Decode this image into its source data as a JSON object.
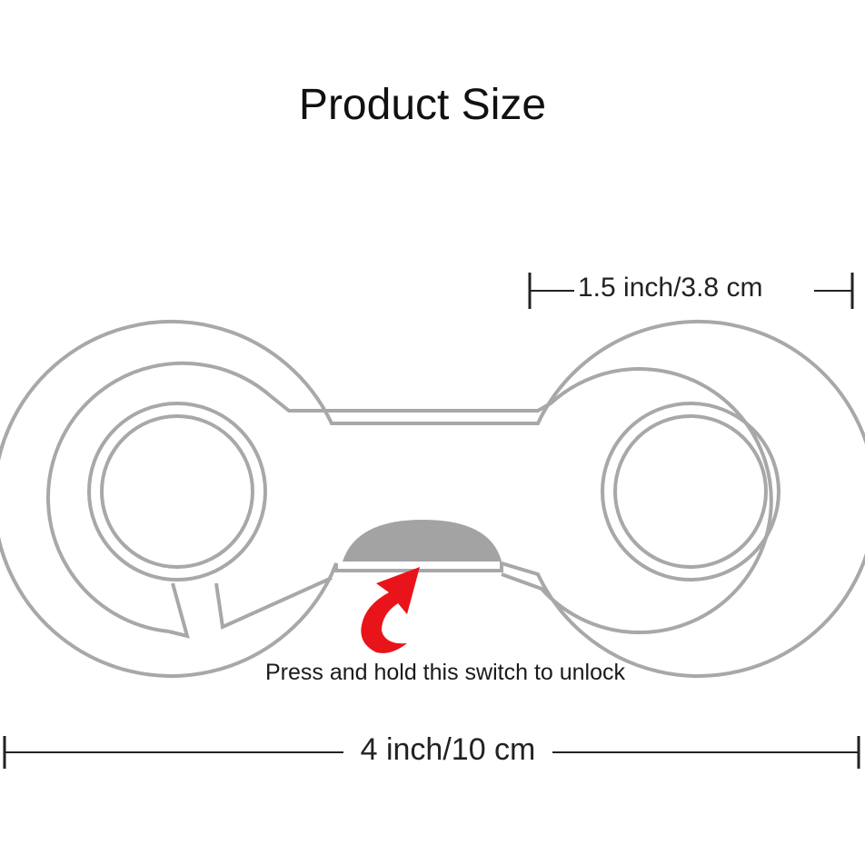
{
  "title": "Product Size",
  "dimensions": {
    "width_label": "1.5 inch/3.8 cm",
    "length_label": "4 inch/10 cm"
  },
  "caption": "Press and hold this switch to unlock",
  "colors": {
    "outline": "#a8a8a8",
    "switch": "#a3a3a3",
    "arrow": "#e8141a",
    "dimension_line": "#222222"
  },
  "icons": {
    "arrow": "curved-arrow-icon"
  }
}
